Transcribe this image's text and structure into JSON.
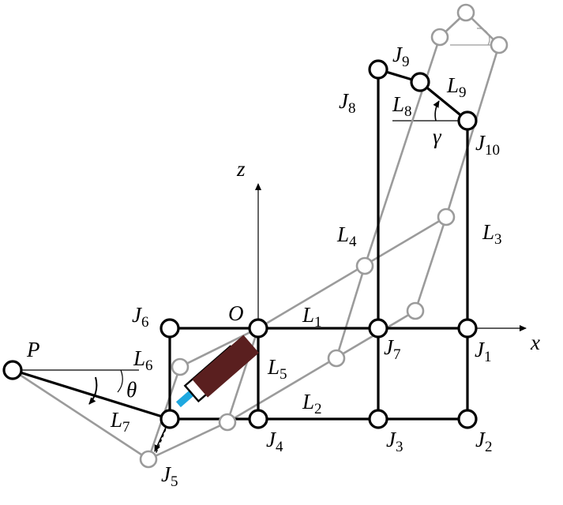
{
  "diagram": {
    "labels": {
      "origin": "O",
      "z_axis": "z",
      "x_axis": "x",
      "point_p": "P",
      "theta": "θ",
      "gamma": "γ"
    },
    "joints": [
      {
        "letter": "J",
        "sub": "1"
      },
      {
        "letter": "J",
        "sub": "2"
      },
      {
        "letter": "J",
        "sub": "3"
      },
      {
        "letter": "J",
        "sub": "4"
      },
      {
        "letter": "J",
        "sub": "5"
      },
      {
        "letter": "J",
        "sub": "6"
      },
      {
        "letter": "J",
        "sub": "7"
      },
      {
        "letter": "J",
        "sub": "8"
      },
      {
        "letter": "J",
        "sub": "9"
      },
      {
        "letter": "J",
        "sub": "10"
      }
    ],
    "links": [
      {
        "letter": "L",
        "sub": "1"
      },
      {
        "letter": "L",
        "sub": "2"
      },
      {
        "letter": "L",
        "sub": "3"
      },
      {
        "letter": "L",
        "sub": "4"
      },
      {
        "letter": "L",
        "sub": "5"
      },
      {
        "letter": "L",
        "sub": "6"
      },
      {
        "letter": "L",
        "sub": "7"
      },
      {
        "letter": "L",
        "sub": "8"
      },
      {
        "letter": "L",
        "sub": "9"
      }
    ],
    "colors": {
      "mechanism": "#000000",
      "displaced_mechanism": "#9b9b9b",
      "actuator_body": "#5a1f1f",
      "actuator_rod": "#1ea8e0"
    }
  }
}
